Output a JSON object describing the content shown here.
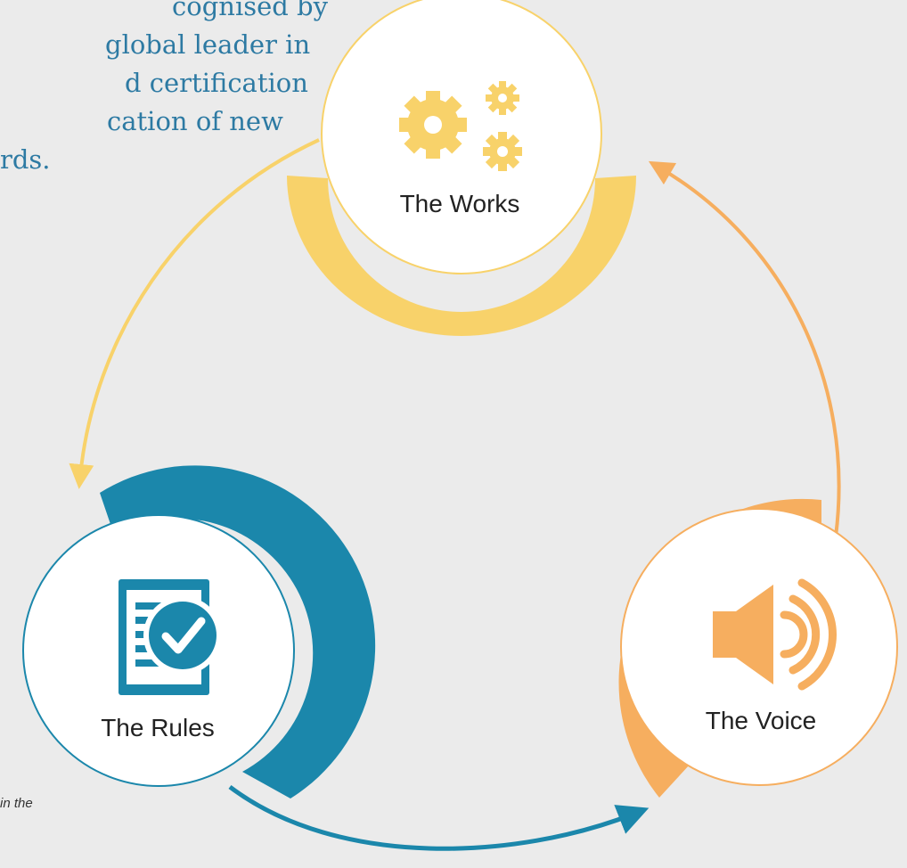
{
  "intro": {
    "lines": [
      "cognised by",
      "global leader in",
      "d certification",
      "cation of new",
      "rds."
    ]
  },
  "footnote": {
    "lines": [
      "",
      "in the"
    ]
  },
  "nodes": {
    "works": {
      "label": "The Works",
      "color": "#f8d26a",
      "icon": "gears-icon"
    },
    "rules": {
      "label": "The Rules",
      "color": "#1b87ab",
      "icon": "checklist-icon"
    },
    "voice": {
      "label": "The Voice",
      "color": "#f6ae5f",
      "icon": "speaker-icon"
    }
  }
}
